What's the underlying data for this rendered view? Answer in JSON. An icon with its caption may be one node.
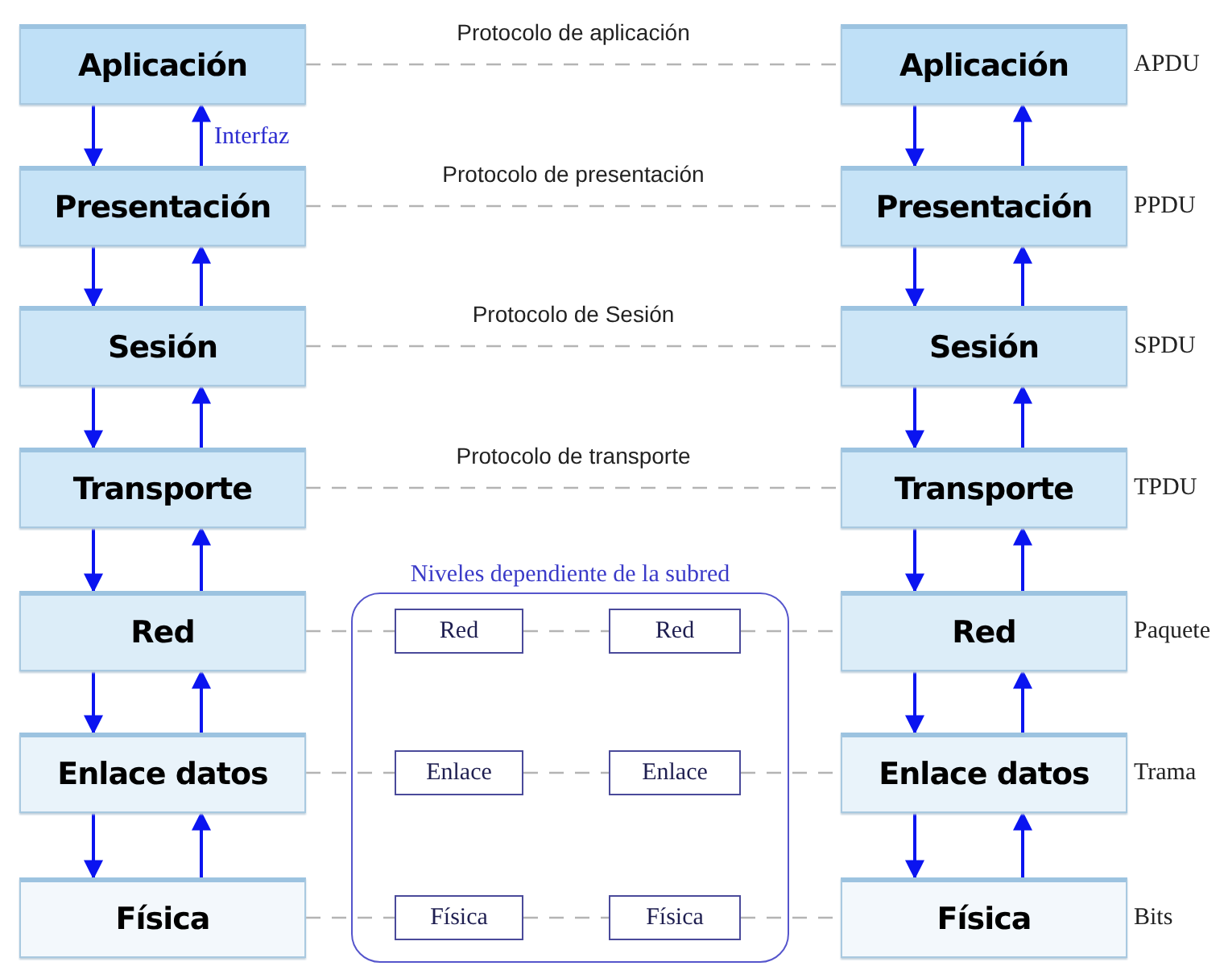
{
  "diagram": {
    "nodes": [
      {
        "text": [
          "Aplicación"
        ]
      },
      {
        "text": [
          "Presentación"
        ]
      },
      {
        "text": [
          "Sesión"
        ]
      },
      {
        "text": [
          "Transporte"
        ]
      },
      {
        "text": [
          "Red"
        ]
      },
      {
        "text": [
          "Enlace datos"
        ]
      },
      {
        "text": [
          "Física"
        ]
      },
      {
        "text": [
          "Niveles dependiente de la subred"
        ]
      },
      {
        "text": [
          "Red"
        ],
        "in": 7
      },
      {
        "text": [
          "Red"
        ],
        "in": 7
      },
      {
        "text": [
          "Enlace"
        ],
        "in": 7
      },
      {
        "text": [
          "Enlace"
        ],
        "in": 7
      },
      {
        "text": [
          "Física"
        ],
        "in": 7
      },
      {
        "text": [
          "Física"
        ],
        "in": 7
      },
      {
        "text": [
          "Aplicación"
        ],
        "beside": [
          "APDU"
        ]
      },
      {
        "text": [
          "Presentación"
        ],
        "beside": [
          "PPDU"
        ]
      },
      {
        "text": [
          "Sesión"
        ],
        "beside": [
          "SPDU"
        ]
      },
      {
        "text": [
          "Transporte"
        ],
        "beside": [
          "TPDU"
        ]
      },
      {
        "text": [
          "Red"
        ],
        "beside": [
          "Paquete"
        ]
      },
      {
        "text": [
          "Enlace datos"
        ],
        "beside": [
          "Trama"
        ]
      },
      {
        "text": [
          "Física"
        ],
        "beside": [
          "Bits"
        ]
      }
    ],
    "edges": [
      {
        "from": 0,
        "to": 1,
        "arrow": "to"
      },
      {
        "from": 1,
        "to": 0,
        "arrow": "to",
        "label": "Interfaz"
      },
      {
        "from": 1,
        "to": 2,
        "arrow": "to"
      },
      {
        "from": 2,
        "to": 1,
        "arrow": "to"
      },
      {
        "from": 2,
        "to": 3,
        "arrow": "to"
      },
      {
        "from": 3,
        "to": 2,
        "arrow": "to"
      },
      {
        "from": 3,
        "to": 4,
        "arrow": "to"
      },
      {
        "from": 4,
        "to": 3,
        "arrow": "to"
      },
      {
        "from": 4,
        "to": 5,
        "arrow": "to"
      },
      {
        "from": 5,
        "to": 4,
        "arrow": "to"
      },
      {
        "from": 5,
        "to": 6,
        "arrow": "to"
      },
      {
        "from": 6,
        "to": 5,
        "arrow": "to"
      },
      {
        "from": 14,
        "to": 15,
        "arrow": "to"
      },
      {
        "from": 15,
        "to": 14,
        "arrow": "to"
      },
      {
        "from": 15,
        "to": 16,
        "arrow": "to"
      },
      {
        "from": 16,
        "to": 15,
        "arrow": "to"
      },
      {
        "from": 16,
        "to": 17,
        "arrow": "to"
      },
      {
        "from": 17,
        "to": 16,
        "arrow": "to"
      },
      {
        "from": 17,
        "to": 18,
        "arrow": "to"
      },
      {
        "from": 18,
        "to": 17,
        "arrow": "to"
      },
      {
        "from": 18,
        "to": 19,
        "arrow": "to"
      },
      {
        "from": 19,
        "to": 18,
        "arrow": "to"
      },
      {
        "from": 19,
        "to": 20,
        "arrow": "to"
      },
      {
        "from": 20,
        "to": 19,
        "arrow": "to"
      },
      {
        "from": 0,
        "to": 14,
        "arrow": "none",
        "label": "Protocolo de aplicación",
        "style": "dashed",
        "color": "#b4b4b4"
      },
      {
        "from": 1,
        "to": 15,
        "arrow": "none",
        "label": "Protocolo de presentación",
        "style": "dashed",
        "color": "#b4b4b4"
      },
      {
        "from": 2,
        "to": 16,
        "arrow": "none",
        "label": "Protocolo de Sesión",
        "style": "dashed",
        "color": "#b4b4b4"
      },
      {
        "from": 3,
        "to": 17,
        "arrow": "none",
        "label": "Protocolo de transporte",
        "style": "dashed",
        "color": "#b4b4b4"
      },
      {
        "from": 4,
        "to": 8,
        "arrow": "none",
        "style": "dashed",
        "color": "#b4b4b4"
      },
      {
        "from": 8,
        "to": 9,
        "arrow": "none",
        "style": "dashed",
        "color": "#b4b4b4"
      },
      {
        "from": 9,
        "to": 18,
        "arrow": "none",
        "style": "dashed",
        "color": "#b4b4b4"
      },
      {
        "from": 5,
        "to": 10,
        "arrow": "none",
        "style": "dashed",
        "color": "#b4b4b4"
      },
      {
        "from": 10,
        "to": 11,
        "arrow": "none",
        "style": "dashed",
        "color": "#b4b4b4"
      },
      {
        "from": 11,
        "to": 19,
        "arrow": "none",
        "style": "dashed",
        "color": "#b4b4b4"
      },
      {
        "from": 6,
        "to": 12,
        "arrow": "none",
        "style": "dashed",
        "color": "#b4b4b4"
      },
      {
        "from": 12,
        "to": 13,
        "arrow": "none",
        "style": "dashed",
        "color": "#b4b4b4"
      },
      {
        "from": 13,
        "to": 20,
        "arrow": "none",
        "style": "dashed",
        "color": "#b4b4b4"
      }
    ]
  }
}
